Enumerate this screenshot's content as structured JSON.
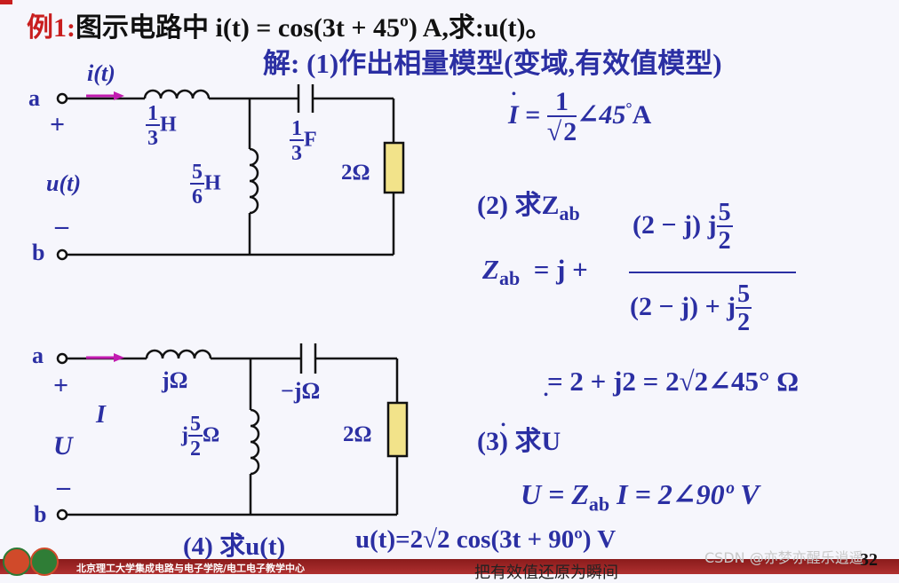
{
  "title": {
    "prefix": "例1:",
    "text": "图示电路中 i(t) = cos(3t + 45º) A,求:u(t)。"
  },
  "solution_header": "解: (1)作出相量模型(变域,有效值模型)",
  "circuit_top": {
    "node_a": "a",
    "node_b": "b",
    "plus": "+",
    "minus": "–",
    "voltage": "u(t)",
    "current": "i(t)",
    "L1_num": "1",
    "L1_den": "3",
    "L1_unit": "H",
    "C_num": "1",
    "C_den": "3",
    "C_unit": "F",
    "L2_num": "5",
    "L2_den": "6",
    "L2_unit": "H",
    "R": "2Ω"
  },
  "circuit_bottom": {
    "node_a": "a",
    "node_b": "b",
    "plus": "+",
    "minus": "–",
    "voltage": "U",
    "current": "I",
    "L1": "jΩ",
    "C": "−jΩ",
    "L2_prefix": "j",
    "L2_num": "5",
    "L2_den": "2",
    "L2_unit": "Ω",
    "R": "2Ω"
  },
  "step1": {
    "lhs": "I",
    "eq": "=",
    "num": "1",
    "den": "2",
    "angle": "∠45",
    "deg": "°",
    "unit": "A"
  },
  "step2": {
    "label": "(2) 求Z",
    "sub": "ab"
  },
  "zab": {
    "lhs": "Z",
    "sub": "ab",
    "eq": "=",
    "j_plus": "j +",
    "num_text": "(2 − j) j",
    "num_frac_num": "5",
    "num_frac_den": "2",
    "den_text": "(2 − j) + j",
    "den_frac_num": "5",
    "den_frac_den": "2"
  },
  "zab_result": "= 2 + j2 = 2√2∠45° Ω",
  "step3": {
    "label": "(3) 求U"
  },
  "ueq": "U = Z",
  "ueq_sub": "ab",
  "ueq_rest": "I = 2∠90º V",
  "step4": {
    "label": "(4) 求u(t)",
    "result": "u(t)=2√2 cos(3t + 90º) V"
  },
  "footer": "北京理工大学集成电路与电子学院/电工电子教学中心",
  "page_number": "32",
  "partial_text": "把有效值还原为瞬间",
  "watermark": "CSDN @亦梦亦醒乐逍遥",
  "colors": {
    "accent": "#2b2fa3",
    "title_red": "#c81e1e",
    "arrow": "#c21bb0",
    "footer": "#9a2222"
  }
}
